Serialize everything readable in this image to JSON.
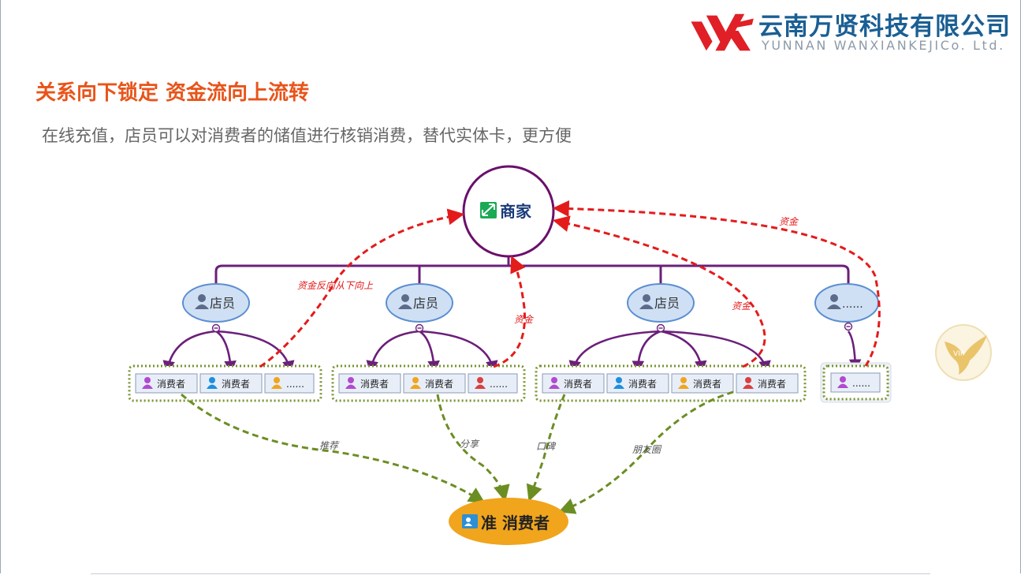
{
  "company": {
    "name_cn": "云南万贤科技有限公司",
    "name_en": "YUNNAN WANXIANKEJICo. Ltd."
  },
  "headline": "关系向下锁定 资金流向上流转",
  "description": "在线充值，店员可以对消费者的储值进行核销消费，替代实体卡，更方便",
  "diagram": {
    "merchant": "商家",
    "clerks": [
      "店员",
      "店员",
      "店员",
      "......"
    ],
    "groups": [
      [
        "消费者",
        "消费者",
        "......"
      ],
      [
        "消费者",
        "消费者",
        "......"
      ],
      [
        "消费者",
        "消费者",
        "消费者",
        "消费者"
      ],
      [
        "......"
      ]
    ],
    "prospect": "准 消费者",
    "fund_labels": [
      "资金反向从下向上",
      "资金",
      "资金",
      "资金"
    ],
    "referral_labels": [
      "推荐",
      "分享",
      "口碑",
      "朋友圈"
    ],
    "vip": "VIP",
    "colors": {
      "merchant_stroke": "#6b0f6b",
      "tree_line": "#6b1f7a",
      "clerk_fill": "#cfe0f5",
      "clerk_stroke": "#5b8ed1",
      "fund_arrow": "#e41b1b",
      "referral_arrow": "#6b8e23",
      "group_border": "#77942f",
      "prospect_fill": "#f0a51d",
      "headline": "#e8541a",
      "logo_red": "#e01f26",
      "logo_blue": "#1a5f94"
    }
  }
}
